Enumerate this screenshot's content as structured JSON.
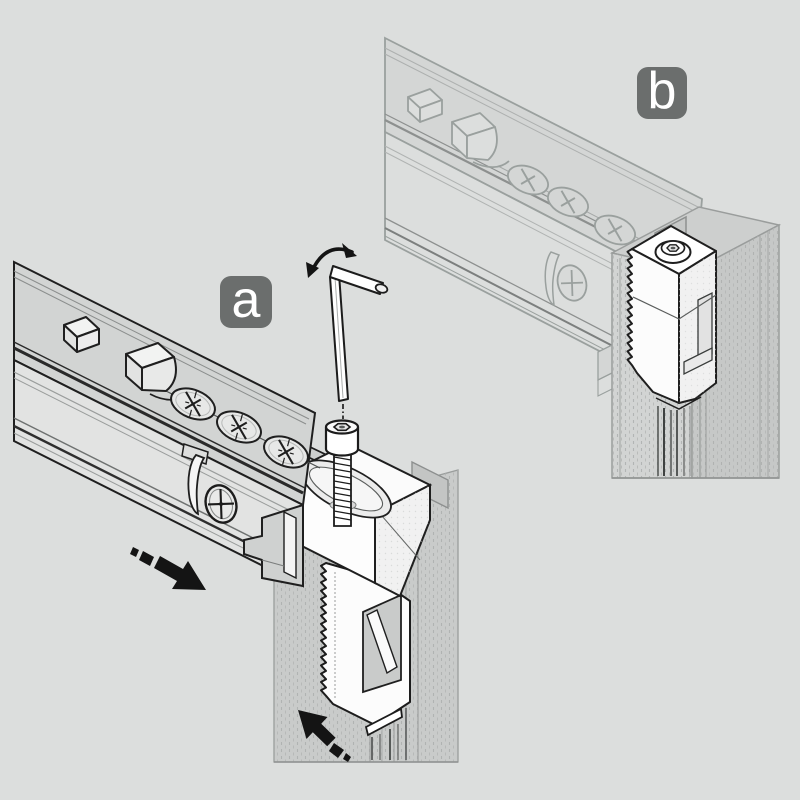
{
  "diagram": {
    "type": "assembly-instruction",
    "background_color": "#dcdedd",
    "colors": {
      "outline": "#1c1c1c",
      "ghost_line": "#9aa09e",
      "ghost_fill": "#d2d4d3",
      "column_fill": "#c9cbca",
      "white_part": "#fcfcfc",
      "label_bg": "#6b6e6d",
      "label_text": "#ffffff",
      "arrow": "#141414"
    },
    "panels": [
      {
        "id": "panel-a",
        "label": "a"
      },
      {
        "id": "panel-b",
        "label": "b"
      }
    ],
    "icons": {
      "rotation_arrow": "rotation-arrow-icon",
      "allen_key": "allen-key-icon",
      "push_arrow": "push-arrow-icon",
      "insert_arrow": "insert-arrow-icon"
    }
  }
}
